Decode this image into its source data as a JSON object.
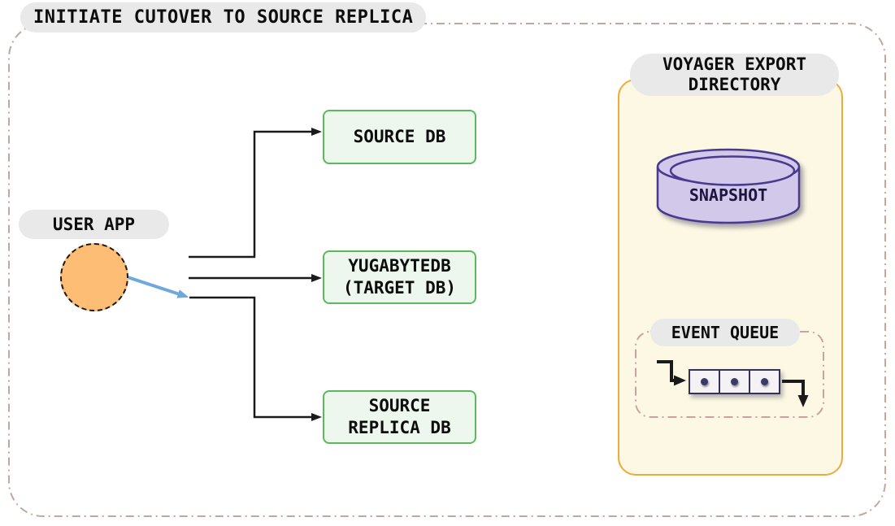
{
  "title": "INITIATE CUTOVER TO SOURCE REPLICA",
  "user_app": {
    "label": "USER APP"
  },
  "db_source": {
    "label": "SOURCE DB"
  },
  "db_target": {
    "line1": "YUGABYTEDB",
    "line2": "(TARGET DB)"
  },
  "db_replica": {
    "line1": "SOURCE",
    "line2": "REPLICA DB"
  },
  "voyager": {
    "line1": "VOYAGER EXPORT",
    "line2": "DIRECTORY"
  },
  "snapshot": {
    "label": "SNAPSHOT"
  },
  "event_queue": {
    "label": "EVENT QUEUE",
    "item_count": 3
  },
  "connections": [
    {
      "from": "USER APP",
      "to": "SOURCE DB",
      "style": "black-elbow-arrow"
    },
    {
      "from": "USER APP",
      "to": "YUGABYTEDB (TARGET DB)",
      "style": "black-straight-arrow"
    },
    {
      "from": "USER APP",
      "to": "SOURCE REPLICA DB",
      "style": "black-elbow-arrow"
    },
    {
      "from": "USER APP",
      "to": "SOURCE REPLICA DB",
      "style": "blue-cutover-arrow"
    }
  ],
  "colors": {
    "green_border": "#5cb85c",
    "green_fill": "#edf7ed",
    "orange_circle": "#fdbd74",
    "blue_arrow": "#6fa8dc",
    "yellow_border": "#eeab3d",
    "yellow_fill": "#fcf8e3",
    "purple_border": "#4a3a8f",
    "purple_fill": "#d2c9ea",
    "pill_gray": "#e9e9e9",
    "outer_dash": "#c2a79c",
    "queue_dash": "#cfa0a0",
    "line_black": "#1a1a1a",
    "queue_cell_border": "#34325c"
  }
}
